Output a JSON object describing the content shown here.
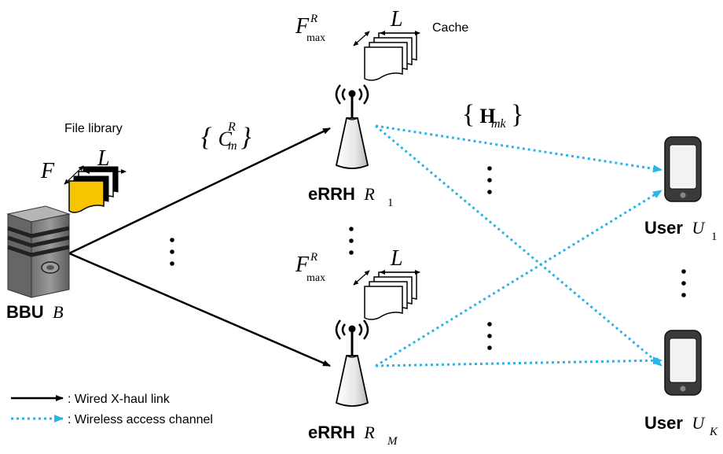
{
  "labels": {
    "cache": "Cache",
    "file_library": "File library",
    "bbu_word": "BBU",
    "bbu_sym": "B",
    "errh_word": "eRRH",
    "r_sym": "R",
    "r1_sub": "1",
    "rm_sub": "M",
    "user_word": "User",
    "u_sym": "U",
    "u1_sub": "1",
    "uk_sub": "K",
    "f_sym": "F",
    "l_sym": "L",
    "fmax_sym": "F",
    "fmax_sup": "R",
    "fmax_sub": "max",
    "c_brace_open": "{",
    "c_sym": "C",
    "c_sup": "R",
    "c_sub": "m",
    "c_brace_close": "}",
    "h_brace_open": "{",
    "h_sym": "H",
    "h_sub": "mk",
    "h_brace_close": "}"
  },
  "legend": {
    "wired": ": Wired X-haul link",
    "wireless": ": Wireless access channel"
  },
  "colors": {
    "wired": "#000000",
    "wireless": "#29b5e8",
    "file_fill": "#f7c400",
    "bbu_body": "#8a8a8a",
    "phone_body": "#3a3a3a"
  },
  "icons": {
    "bbu": "server-icon",
    "errh": "antenna-tower-icon",
    "user": "smartphone-icon",
    "file": "document-stack-icon"
  }
}
